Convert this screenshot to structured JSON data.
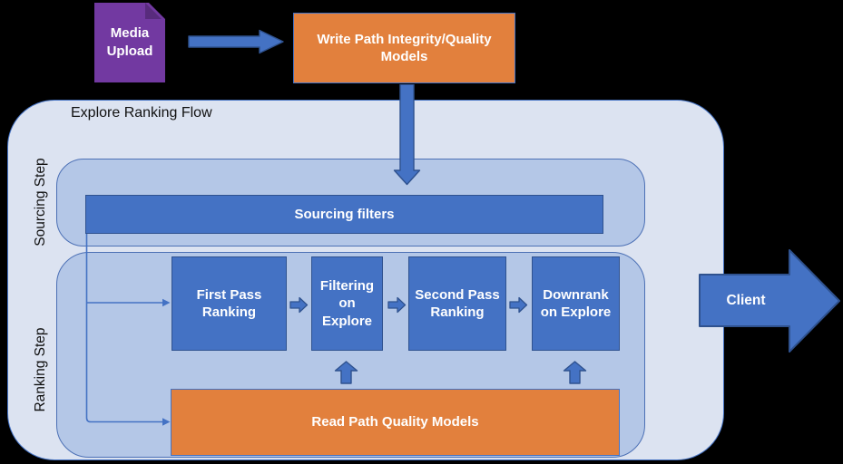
{
  "diagram": {
    "title": "Explore Ranking Flow",
    "nodes": {
      "media_upload": "Media Upload",
      "write_path": "Write Path Integrity/Quality Models",
      "sourcing_step": "Sourcing Step",
      "sourcing_filters": "Sourcing filters",
      "ranking_step": "Ranking Step",
      "first_pass": "First Pass Ranking",
      "filtering_on_explore": "Filtering on Explore",
      "second_pass": "Second Pass Ranking",
      "downrank_on_explore": "Downrank on Explore",
      "read_path": "Read Path Quality Models",
      "client": "Client"
    },
    "colors": {
      "background": "#000000",
      "node_blue_fill": "#4472C4",
      "node_blue_border": "#2F528F",
      "outer_container_fill": "#DCE3F1",
      "inner_container_fill": "#B4C7E7",
      "container_border": "#4472C4",
      "orange_fill": "#E2803D",
      "purple_fill": "#7239A1",
      "purple_fold": "#582B7D",
      "text_on_fill": "#FFFFFF",
      "text_label": "#111111"
    }
  }
}
